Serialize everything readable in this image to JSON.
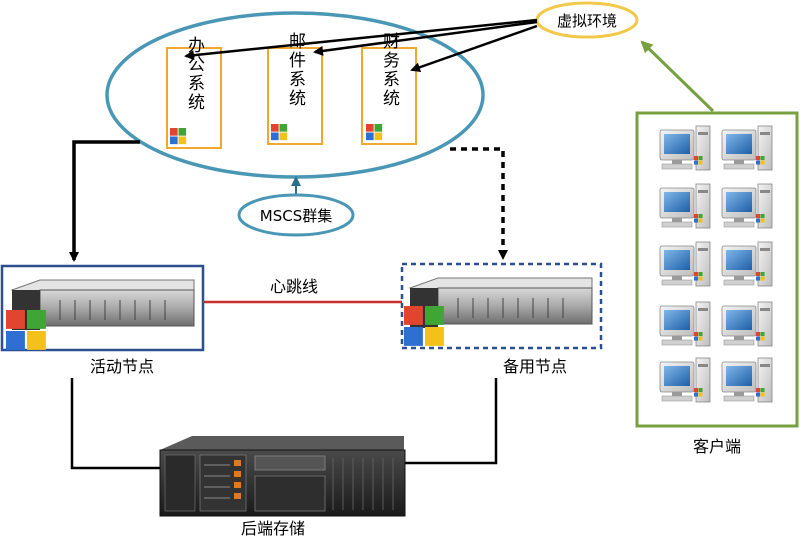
{
  "virtual_env": {
    "label": "虚拟环境"
  },
  "systems": [
    {
      "id": "office",
      "label": "办公系统"
    },
    {
      "id": "mail",
      "label": "邮件系统"
    },
    {
      "id": "finance",
      "label": "财务系统"
    }
  ],
  "cluster": {
    "label": "MSCS群集"
  },
  "heartbeat": {
    "label": "心跳线"
  },
  "active_node": {
    "label": "活动节点"
  },
  "standby_node": {
    "label": "备用节点"
  },
  "storage": {
    "label": "后端存储"
  },
  "clients": {
    "label": "客户端",
    "count": 10
  },
  "colors": {
    "ellipse_stroke": "#4a97b5",
    "system_box_stroke": "#f0a830",
    "virtual_env_stroke": "#f2c84a",
    "client_panel_stroke": "#77a040",
    "heartbeat_line": "#c83030",
    "node_frame": "#2b4f8f",
    "dashed_connector": "#000000"
  }
}
